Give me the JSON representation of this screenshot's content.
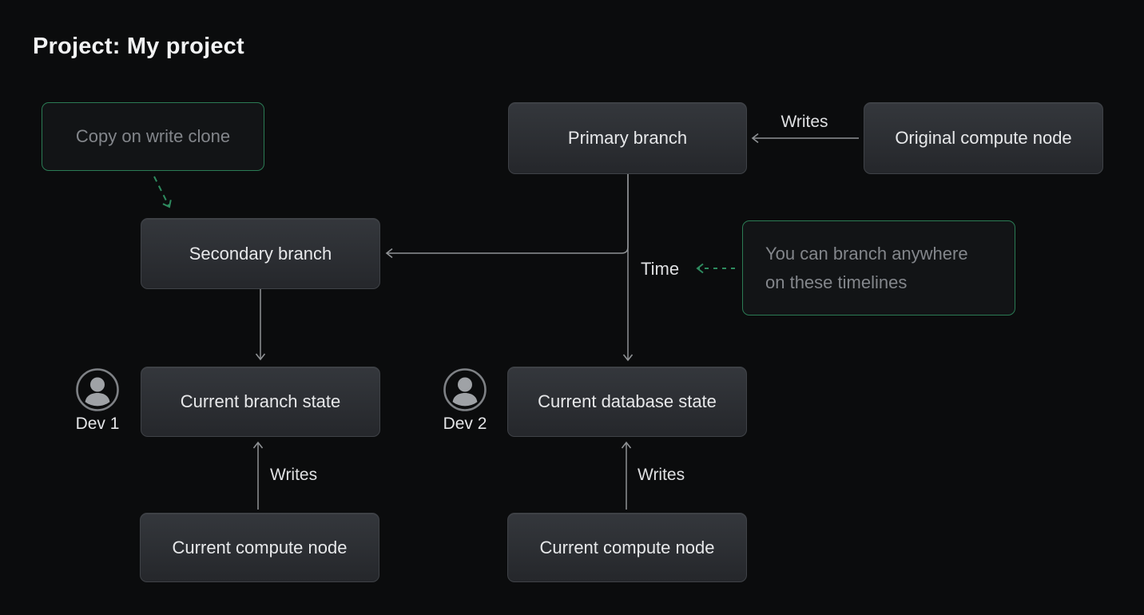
{
  "diagram": {
    "title": "Project: My project",
    "nodes": {
      "primaryBranch": "Primary branch",
      "originalComputeNode": "Original compute node",
      "secondaryBranch": "Secondary branch",
      "currentBranchState": "Current branch state",
      "currentDatabaseState": "Current database state",
      "currentComputeNodeLeft": "Current compute node",
      "currentComputeNodeRight": "Current compute node"
    },
    "notes": {
      "copyOnWrite": "Copy on write clone",
      "branchAnywhere": "You can branch anywhere on these timelines"
    },
    "edgeLabels": {
      "writesTop": "Writes",
      "writesLeft": "Writes",
      "writesRight": "Writes",
      "time": "Time"
    },
    "actors": {
      "dev1": "Dev 1",
      "dev2": "Dev 2"
    },
    "icons": {
      "dev1": "user-avatar-icon",
      "dev2": "user-avatar-icon"
    },
    "edges": [
      {
        "from": "Original compute node",
        "to": "Primary branch",
        "label": "Writes",
        "style": "solid-gray"
      },
      {
        "from": "Primary branch",
        "to": "Current database state",
        "label": "Time",
        "style": "solid-gray"
      },
      {
        "from": "Primary branch timeline",
        "to": "Secondary branch",
        "label": "",
        "style": "solid-gray"
      },
      {
        "from": "Secondary branch",
        "to": "Current branch state",
        "label": "",
        "style": "solid-gray"
      },
      {
        "from": "Current compute node (left)",
        "to": "Current branch state",
        "label": "Writes",
        "style": "solid-gray"
      },
      {
        "from": "Current compute node (right)",
        "to": "Current database state",
        "label": "Writes",
        "style": "solid-gray"
      },
      {
        "from": "Copy on write clone",
        "to": "Secondary branch",
        "label": "",
        "style": "dashed-green"
      },
      {
        "from": "You can branch anywhere on these timelines",
        "to": "Time label",
        "label": "",
        "style": "dashed-green"
      }
    ],
    "colors": {
      "background": "#0b0c0d",
      "nodeFillTop": "#34373c",
      "nodeFillBottom": "#25272b",
      "nodeBorder": "#3f4247",
      "nodeText": "#e7e8ea",
      "noteBorder": "#2b7b54",
      "noteText": "#83868b",
      "grayArrow": "#8f9295",
      "greenArrow": "#2e8b5f",
      "titleText": "#f2f3f4",
      "labelText": "#dfe0e2"
    }
  }
}
